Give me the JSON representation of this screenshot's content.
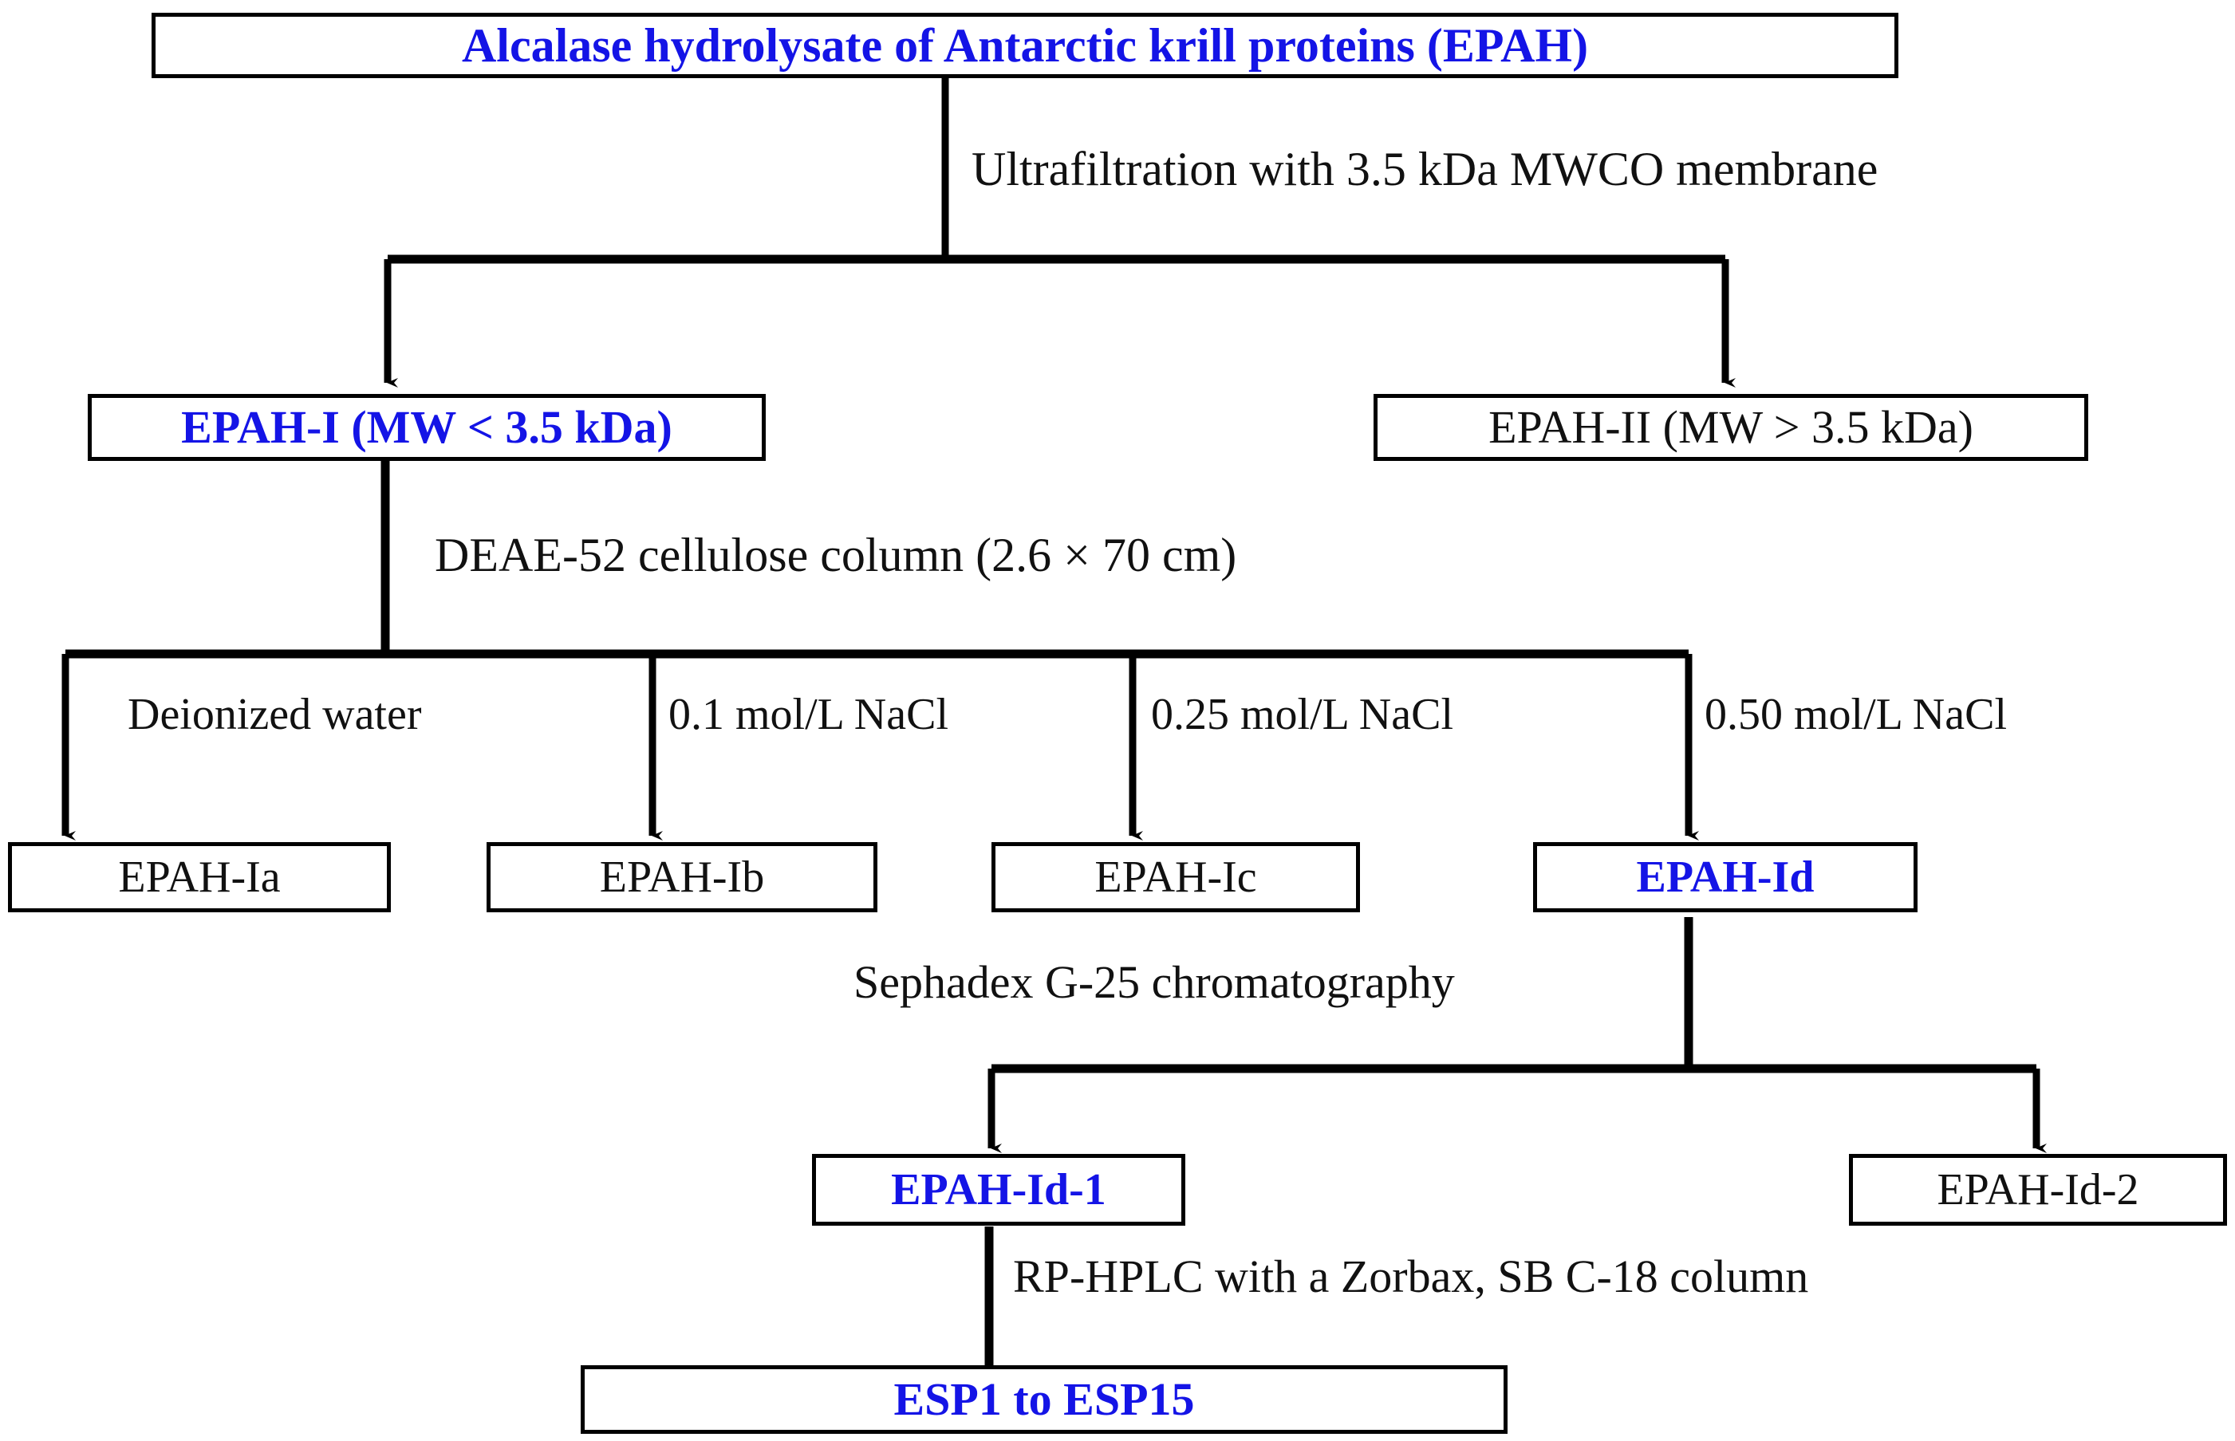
{
  "diagram": {
    "title_node": {
      "label": "Alcalase hydrolysate of Antarctic krill proteins (EPAH)",
      "color": "#1414e6"
    },
    "nodes": [
      {
        "id": "epah",
        "label": "Alcalase hydrolysate of Antarctic krill proteins (EPAH)",
        "style": "blue"
      },
      {
        "id": "epah-i",
        "label": "EPAH-I (MW < 3.5 kDa)",
        "style": "blue"
      },
      {
        "id": "epah-ii",
        "label": "EPAH-II (MW > 3.5 kDa)",
        "style": "black"
      },
      {
        "id": "epah-ia",
        "label": "EPAH-Ia",
        "style": "black"
      },
      {
        "id": "epah-ib",
        "label": "EPAH-Ib",
        "style": "black"
      },
      {
        "id": "epah-ic",
        "label": "EPAH-Ic",
        "style": "black"
      },
      {
        "id": "epah-id",
        "label": "EPAH-Id",
        "style": "blue"
      },
      {
        "id": "epah-id-1",
        "label": "EPAH-Id-1",
        "style": "blue"
      },
      {
        "id": "epah-id-2",
        "label": "EPAH-Id-2",
        "style": "black"
      },
      {
        "id": "esp",
        "label": "ESP1 to ESP15",
        "style": "blue"
      }
    ],
    "edge_labels": [
      {
        "id": "ultrafiltration",
        "text": "Ultrafiltration with 3.5 kDa MWCO membrane"
      },
      {
        "id": "deae",
        "text": "DEAE-52 cellulose column (2.6 × 70 cm)"
      },
      {
        "id": "eluent-water",
        "text": "Deionized water"
      },
      {
        "id": "eluent-0-1",
        "text": "0.1 mol/L NaCl"
      },
      {
        "id": "eluent-0-25",
        "text": "0.25 mol/L NaCl"
      },
      {
        "id": "eluent-0-50",
        "text": "0.50 mol/L NaCl"
      },
      {
        "id": "sephadex",
        "text": "Sephadex G-25 chromatography"
      },
      {
        "id": "rp-hplc",
        "text": "RP-HPLC  with a Zorbax, SB C-18 column"
      }
    ],
    "colors": {
      "highlight": "#1414e6",
      "line": "#000000",
      "text": "#111111",
      "background": "#ffffff"
    }
  }
}
